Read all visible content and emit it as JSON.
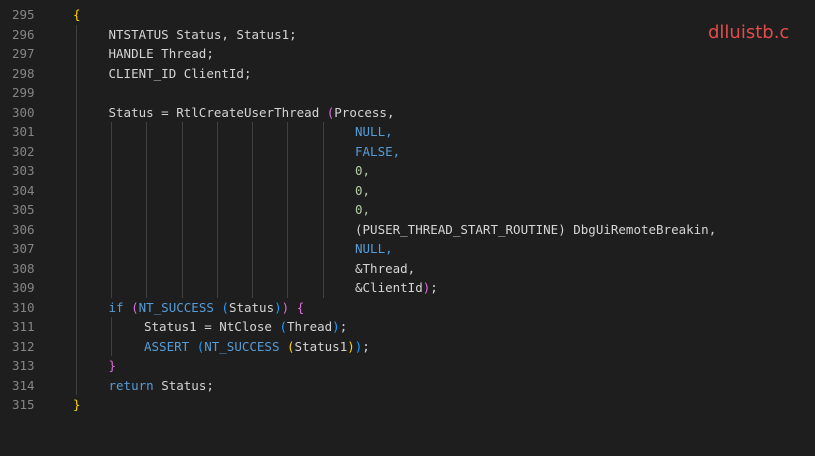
{
  "file_label": "dlluistb.c",
  "colors": {
    "background": "#1e1e1e",
    "line_number": "#858585",
    "text": "#d4d4d4",
    "keyword": "#569cd6",
    "number": "#b5cea8",
    "brace_gold": "#ffd700",
    "brace_pink": "#da70d6",
    "paren_blue": "#179fff",
    "file_label": "#e34b4b"
  },
  "lines": [
    {
      "num": "295",
      "tokens": [
        {
          "t": "{",
          "c": "tok-brace-yellow"
        }
      ]
    },
    {
      "num": "296",
      "tokens": [
        {
          "t": "NTSTATUS Status, Status1;",
          "c": "tok-plain"
        }
      ]
    },
    {
      "num": "297",
      "tokens": [
        {
          "t": "HANDLE Thread;",
          "c": "tok-plain"
        }
      ]
    },
    {
      "num": "298",
      "tokens": [
        {
          "t": "CLIENT_ID ClientId;",
          "c": "tok-plain"
        }
      ]
    },
    {
      "num": "299",
      "tokens": []
    },
    {
      "num": "300",
      "tokens": [
        {
          "t": "Status = RtlCreateUserThread ",
          "c": "tok-plain"
        },
        {
          "t": "(",
          "c": "tok-brace-pink"
        },
        {
          "t": "Process,",
          "c": "tok-plain"
        }
      ]
    },
    {
      "num": "301",
      "tokens": [
        {
          "t": "NULL,",
          "c": "tok-macro"
        }
      ]
    },
    {
      "num": "302",
      "tokens": [
        {
          "t": "FALSE,",
          "c": "tok-macro"
        }
      ]
    },
    {
      "num": "303",
      "tokens": [
        {
          "t": "0,",
          "c": "tok-number"
        }
      ]
    },
    {
      "num": "304",
      "tokens": [
        {
          "t": "0,",
          "c": "tok-number"
        }
      ]
    },
    {
      "num": "305",
      "tokens": [
        {
          "t": "0,",
          "c": "tok-number"
        }
      ]
    },
    {
      "num": "306",
      "tokens": [
        {
          "t": "(PUSER_THREAD_START_ROUTINE) DbgUiRemoteBreakin,",
          "c": "tok-plain"
        }
      ]
    },
    {
      "num": "307",
      "tokens": [
        {
          "t": "NULL,",
          "c": "tok-macro"
        }
      ]
    },
    {
      "num": "308",
      "tokens": [
        {
          "t": "&Thread,",
          "c": "tok-plain"
        }
      ]
    },
    {
      "num": "309",
      "tokens": [
        {
          "t": "&ClientId",
          "c": "tok-plain"
        },
        {
          "t": ")",
          "c": "tok-brace-pink"
        },
        {
          "t": ";",
          "c": "tok-plain"
        }
      ]
    },
    {
      "num": "310",
      "tokens": [
        {
          "t": "if ",
          "c": "tok-keyword"
        },
        {
          "t": "(",
          "c": "tok-brace-pink"
        },
        {
          "t": "NT_SUCCESS ",
          "c": "tok-macro"
        },
        {
          "t": "(",
          "c": "tok-paren-blue"
        },
        {
          "t": "Status",
          "c": "tok-plain"
        },
        {
          "t": ")",
          "c": "tok-paren-blue"
        },
        {
          "t": ")",
          "c": "tok-brace-pink"
        },
        {
          "t": " ",
          "c": "tok-plain"
        },
        {
          "t": "{",
          "c": "tok-brace-pink"
        }
      ]
    },
    {
      "num": "311",
      "tokens": [
        {
          "t": "Status1 = NtClose ",
          "c": "tok-plain"
        },
        {
          "t": "(",
          "c": "tok-paren-blue"
        },
        {
          "t": "Thread",
          "c": "tok-plain"
        },
        {
          "t": ")",
          "c": "tok-paren-blue"
        },
        {
          "t": ";",
          "c": "tok-plain"
        }
      ]
    },
    {
      "num": "312",
      "tokens": [
        {
          "t": "ASSERT ",
          "c": "tok-macro"
        },
        {
          "t": "(",
          "c": "tok-paren-blue"
        },
        {
          "t": "NT_SUCCESS ",
          "c": "tok-macro"
        },
        {
          "t": "(",
          "c": "tok-brace-yellow"
        },
        {
          "t": "Status1",
          "c": "tok-plain"
        },
        {
          "t": ")",
          "c": "tok-brace-yellow"
        },
        {
          "t": ")",
          "c": "tok-paren-blue"
        },
        {
          "t": ";",
          "c": "tok-plain"
        }
      ]
    },
    {
      "num": "313",
      "tokens": [
        {
          "t": "}",
          "c": "tok-brace-pink"
        }
      ]
    },
    {
      "num": "314",
      "tokens": [
        {
          "t": "return ",
          "c": "tok-keyword"
        },
        {
          "t": "Status;",
          "c": "tok-plain"
        }
      ]
    },
    {
      "num": "315",
      "tokens": [
        {
          "t": "}",
          "c": "tok-brace-yellow"
        }
      ]
    }
  ]
}
